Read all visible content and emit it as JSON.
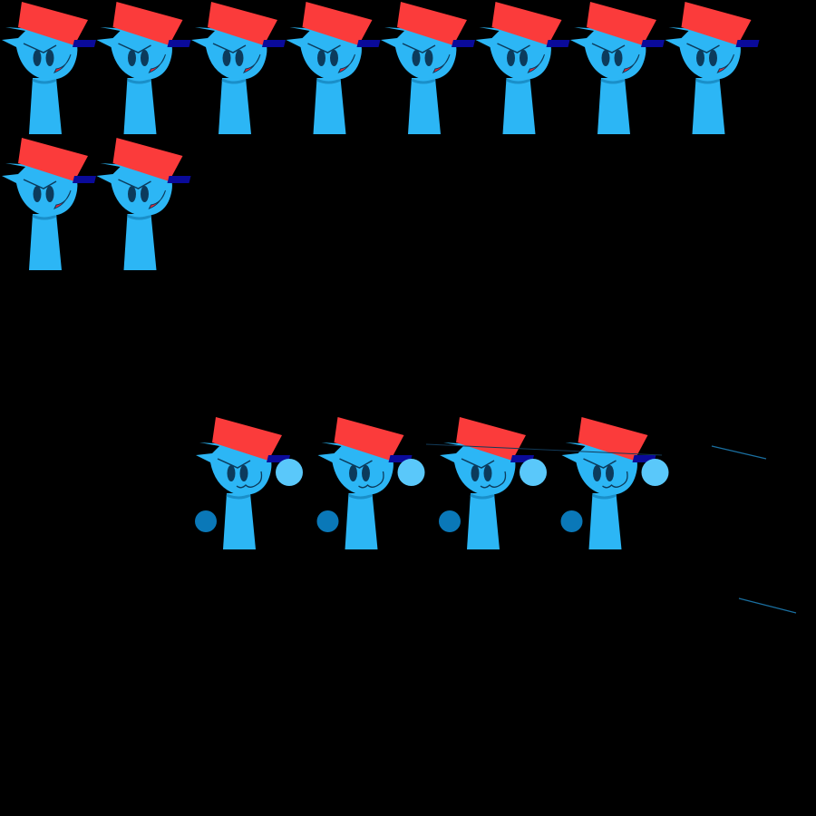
{
  "sheet": {
    "background": "#000000",
    "colors": {
      "skin": "#2cb6f5",
      "skin_shadow": "#1a8fc9",
      "hat": "#fb3b3b",
      "brim": "#0a0a9a",
      "eye": "#0c3b5c",
      "mouth": "#e8283a",
      "orb_light": "#5ac8fa",
      "orb_dark": "#0a78b8"
    },
    "idle_frames": {
      "count": 10,
      "expression": "grin"
    },
    "pose_frames": {
      "count": 4,
      "expression": "smirk",
      "has_orbs": true
    }
  }
}
